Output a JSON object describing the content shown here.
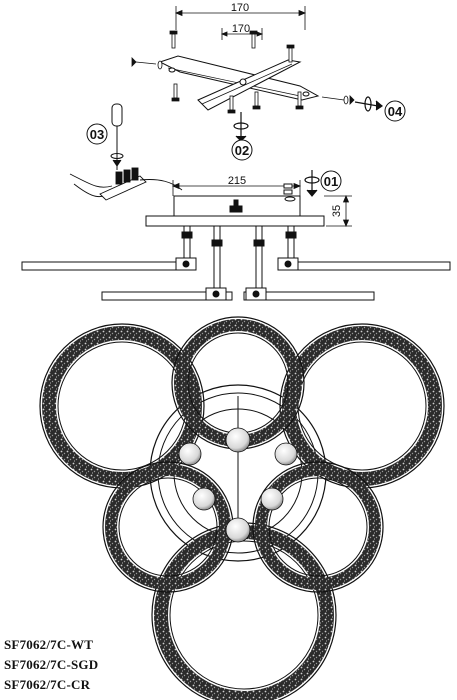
{
  "dimensions": {
    "outer_width": "170",
    "inner_width": "170",
    "base_width": "215",
    "height": "35"
  },
  "steps": [
    "01",
    "02",
    "03",
    "04"
  ],
  "models": [
    "SF7062/7C-WT",
    "SF7062/7C-SGD",
    "SF7062/7C-CR"
  ]
}
